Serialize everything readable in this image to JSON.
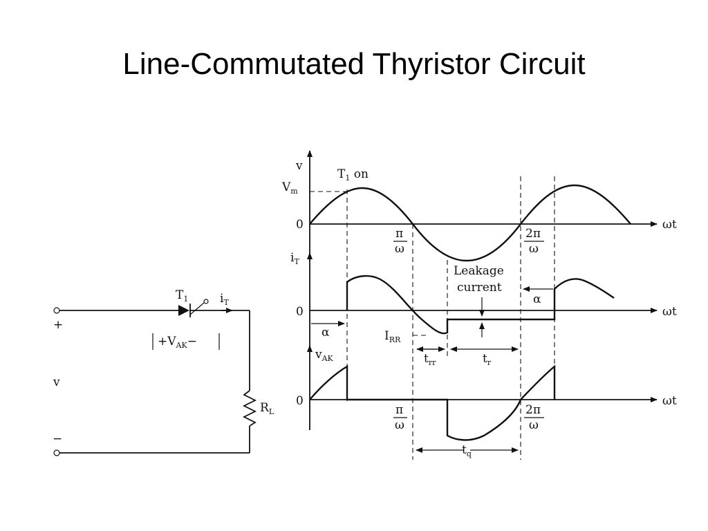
{
  "slide": {
    "title": "Line-Commutated Thyristor Circuit"
  },
  "circuit": {
    "thyristor": "T",
    "thyristor_sub": "1",
    "current": "i",
    "current_sub": "T",
    "vak_plus": "+V",
    "vak_sub": "AK",
    "vak_minus": "−",
    "plus": "+",
    "minus": "−",
    "source": "v",
    "resistor": "R",
    "resistor_sub": "L"
  },
  "graph_v": {
    "axis_y": "v",
    "vm": "V",
    "vm_sub": "m",
    "zero": "0",
    "t1on": "T",
    "t1on_sub": "1",
    "t1on_suffix": " on",
    "pi_num": "π",
    "pi_den": "ω",
    "twopi_num": "2π",
    "twopi_den": "ω",
    "axis_x": "ωt"
  },
  "graph_i": {
    "axis_y": "i",
    "axis_y_sub": "T",
    "zero": "0",
    "leakage1": "Leakage",
    "leakage2": "current",
    "alpha": "α",
    "irr": "I",
    "irr_sub": "RR",
    "trr": "t",
    "trr_sub": "rr",
    "tr": "t",
    "tr_sub": "r",
    "axis_x": "ωt"
  },
  "graph_vak": {
    "axis_y": "v",
    "axis_y_sub": "AK",
    "zero": "0",
    "pi_num": "π",
    "pi_den": "ω",
    "twopi_num": "2π",
    "twopi_den": "ω",
    "tq": "t",
    "tq_sub": "q",
    "axis_x": "ωt"
  }
}
